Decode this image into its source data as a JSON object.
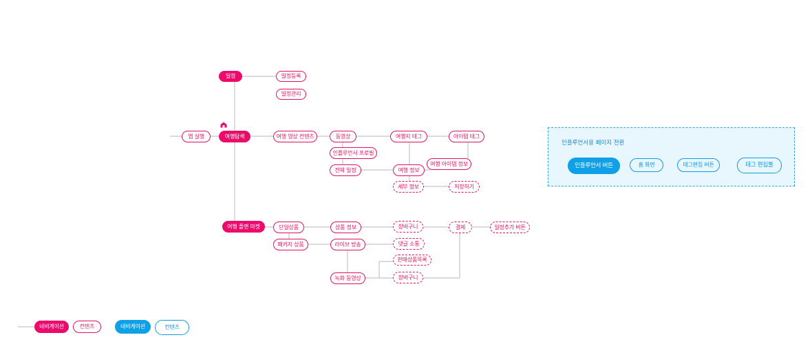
{
  "nav": {
    "app_launch": "앱 실행",
    "schedule": "일정",
    "travel_explore": "여행탐색",
    "travel_plan_market": "여행 플랜 마켓"
  },
  "schedule_branch": {
    "register": "일정등록",
    "manage": "일정관리"
  },
  "explore_branch": {
    "video_content": "여행 영상 컨텐츠",
    "video": "동영상",
    "influencer_profile": "인플루언서 프로필",
    "full_schedule": "전체 일정",
    "destination_tag": "여행지 태그",
    "travel_info": "여행 정보",
    "detail_info": "세부 정보",
    "save": "저장하기",
    "item_tag": "아이템 태그",
    "item_info": "여행 아이템 정보"
  },
  "market_branch": {
    "single_product": "단일상품",
    "package_product": "패키지 상품",
    "product_info": "상품 정보",
    "live_broadcast": "라이브 방송",
    "recorded_video": "녹화 동영상",
    "cart": "장바구니",
    "comment": "댓글 소통",
    "sale_list": "판매상품목록",
    "cart2": "장바구니",
    "payment": "결제",
    "add_schedule_button": "일정추가 버튼"
  },
  "influencer_panel": {
    "title": "인플루언서용 페이지 전환",
    "button": "인플루언서 버튼",
    "home_screen": "홈 화면",
    "tag_edit_button": "태그편집 버튼",
    "tag_edit_list": "태그 편집툴"
  },
  "legend": {
    "pink_nav": "네비게이션",
    "pink_content": "컨텐츠",
    "blue_nav": "네비게이션",
    "blue_content": "컨텐츠"
  },
  "colors": {
    "pink": "#ec0a6b",
    "blue": "#0fa0e8",
    "line": "#cccccc",
    "panel_bg": "#e8f6fd"
  }
}
